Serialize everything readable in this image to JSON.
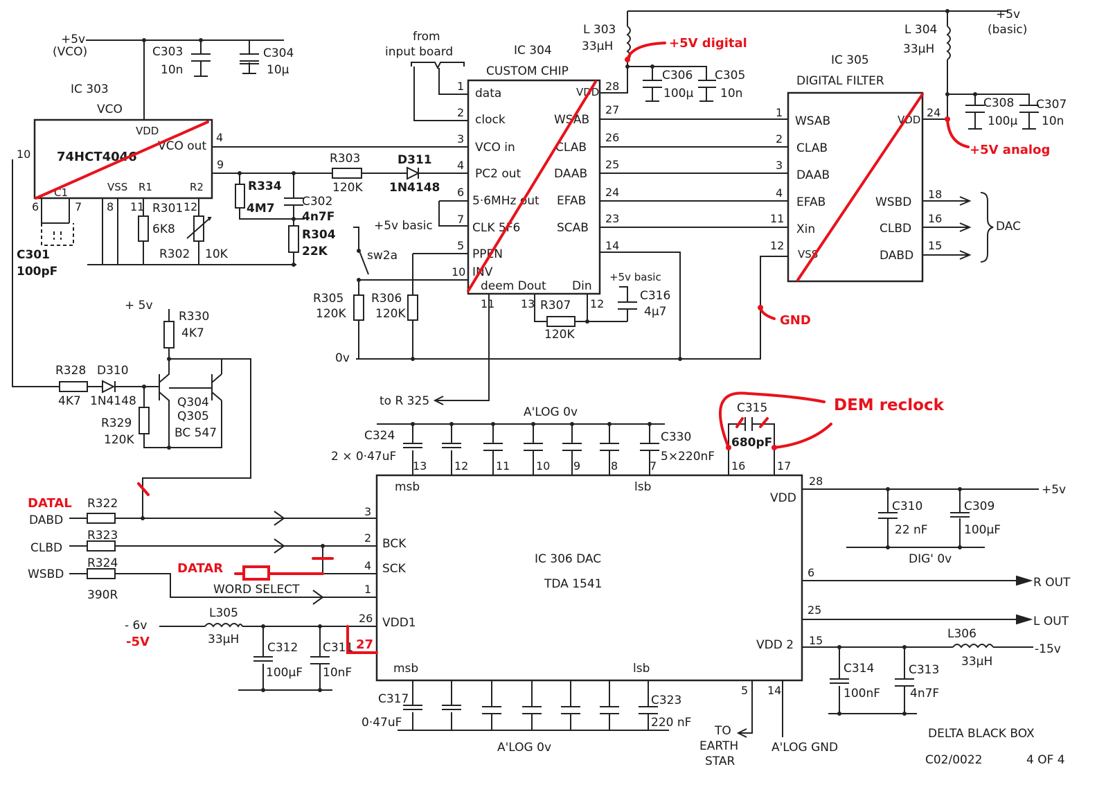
{
  "ic303": {
    "ref": "IC 303",
    "func": "VCO",
    "part": "74HCT4046",
    "vdd": "VDD",
    "vcoout": "VCO out",
    "c1": "C1",
    "vss": "VSS",
    "r1": "R1",
    "r2": "R2",
    "pins": {
      "p4": "4",
      "p9": "9",
      "p10": "10",
      "p6": "6",
      "p7": "7",
      "p8": "8",
      "p11": "11",
      "p12": "12"
    }
  },
  "ic304": {
    "ref": "IC 304",
    "func": "CUSTOM CHIP",
    "left": [
      "data",
      "clock",
      "VCO in",
      "PC2 out",
      "5·6MHz out",
      "CLK 5F6",
      "PPEN",
      "INV",
      "deem Dout"
    ],
    "leftpins": [
      "1",
      "2",
      "3",
      "4",
      "6",
      "7",
      "5",
      "10"
    ],
    "right": [
      "VDD",
      "WSAB",
      "CLAB",
      "DAAB",
      "EFAB",
      "SCAB"
    ],
    "rightpins": [
      "28",
      "27",
      "26",
      "25",
      "24",
      "23",
      "14"
    ],
    "din": "Din",
    "p11": "11",
    "p12": "12",
    "p13": "13"
  },
  "ic305": {
    "ref": "IC 305",
    "func": "DIGITAL FILTER",
    "left": [
      "WSAB",
      "CLAB",
      "DAAB",
      "EFAB",
      "Xin",
      "VSS"
    ],
    "leftpins": [
      "1",
      "2",
      "3",
      "4",
      "11",
      "12"
    ],
    "right": [
      "VDD",
      "WSBD",
      "CLBD",
      "DABD"
    ],
    "rightpins": [
      "24",
      "18",
      "16",
      "15"
    ],
    "dac": "DAC"
  },
  "ic306": {
    "title": "IC 306  DAC",
    "part": "TDA 1541",
    "msb": "msb",
    "lsb": "lsb",
    "vdd": "VDD",
    "vdd1": "VDD1",
    "vdd2": "VDD 2",
    "left": [
      "BCK",
      "SCK"
    ],
    "leftpins": [
      "3",
      "2",
      "4",
      "1",
      "26"
    ],
    "toppins": [
      "13",
      "12",
      "11",
      "10",
      "9",
      "8",
      "7",
      "16",
      "17"
    ],
    "rightpins": [
      "28",
      "6",
      "25",
      "15"
    ],
    "bottompins": [
      "5",
      "14"
    ]
  },
  "supplies": {
    "vco": "+5v",
    "vco_sub": "(VCO)",
    "basic": "+5v",
    "basic_sub": "(basic)",
    "basic5": "+5v basic",
    "plus5": "+ 5v",
    "ov": "0v",
    "rout": "R  OUT",
    "lout": "L  OUT",
    "minus15": "-15v",
    "minus6": "- 6v",
    "plus5v": "+5v",
    "aloglabel": "A'LOG  0v",
    "aloglabel2": "A'LOG  0v",
    "dig0v": "DIG' 0v",
    "aloggnd": "A'LOG  GND",
    "earth1": "TO",
    "earth2": "EARTH",
    "earth3": "STAR",
    "from1": "from",
    "from2": "input  board",
    "tor325": "to R 325"
  },
  "components": {
    "c303": [
      "C303",
      "10n"
    ],
    "c304": [
      "C304",
      "10µ"
    ],
    "c301": [
      "C301",
      "100pF"
    ],
    "r301": [
      "R301",
      "6K8"
    ],
    "r302": [
      "R302",
      "10K"
    ],
    "r334": [
      "R334",
      "4M7"
    ],
    "c302": [
      "C302",
      "4n7F"
    ],
    "r304": [
      "R304",
      "22K"
    ],
    "r303": [
      "R303",
      "120K"
    ],
    "d311": [
      "D311",
      "1N4148"
    ],
    "l303": [
      "L 303",
      "33µH"
    ],
    "l304": [
      "L 304",
      "33µH"
    ],
    "c306": [
      "C306",
      "100µ"
    ],
    "c305": [
      "C305",
      "10n"
    ],
    "c308": [
      "C308",
      "100µ"
    ],
    "c307": [
      "C307",
      "10n"
    ],
    "sw2a": "sw2a",
    "r305": [
      "R305",
      "120K"
    ],
    "r306": [
      "R306",
      "120K"
    ],
    "r307": [
      "R307",
      "120K"
    ],
    "c316": [
      "C316",
      "4µ7"
    ],
    "r330": [
      "R330",
      "4K7"
    ],
    "r328": [
      "R328",
      "4K7"
    ],
    "d310": [
      "D310",
      "1N4148"
    ],
    "r329": [
      "R329",
      "120K"
    ],
    "q": [
      "Q304",
      "Q305",
      "BC 547"
    ],
    "c324": [
      "C324",
      "2 × 0·47uF"
    ],
    "c330": [
      "C330",
      "5×220nF"
    ],
    "c315": [
      "C315",
      "680pF"
    ],
    "c310": [
      "C310",
      "22 nF"
    ],
    "c309": [
      "C309",
      "100µF"
    ],
    "r322": "R322",
    "r323": "R323",
    "r324": "R324",
    "r390": "390R",
    "l305": [
      "L305",
      "33µH"
    ],
    "c312": [
      "C312",
      "100µF"
    ],
    "c311": [
      "C311",
      "10nF"
    ],
    "c317": [
      "C317",
      "0·47uF"
    ],
    "c323": [
      "C323",
      "220 nF"
    ],
    "c314": [
      "C314",
      "100nF"
    ],
    "c313": [
      "C313",
      "4n7F"
    ],
    "l306": [
      "L306",
      "33µH"
    ]
  },
  "signals": {
    "dabd": "DABD",
    "clbd": "CLBD",
    "wsbd": "WSBD",
    "wordselect": "WORD  SELECT"
  },
  "annotations": {
    "plus5vdigital": "+5V digital",
    "plus5vanalog": "+5V analog",
    "gnd": "GND",
    "demreclock": "DEM reclock",
    "datal": "DATAL",
    "datar": "DATAR",
    "minus5v": "-5V",
    "pin27": "27",
    "colors": {
      "annotation": "#e8121b",
      "ink": "#222222"
    }
  },
  "footer": {
    "title": "DELTA  BLACK  BOX",
    "code": "C02/0022",
    "sheet": "4  OF 4"
  }
}
